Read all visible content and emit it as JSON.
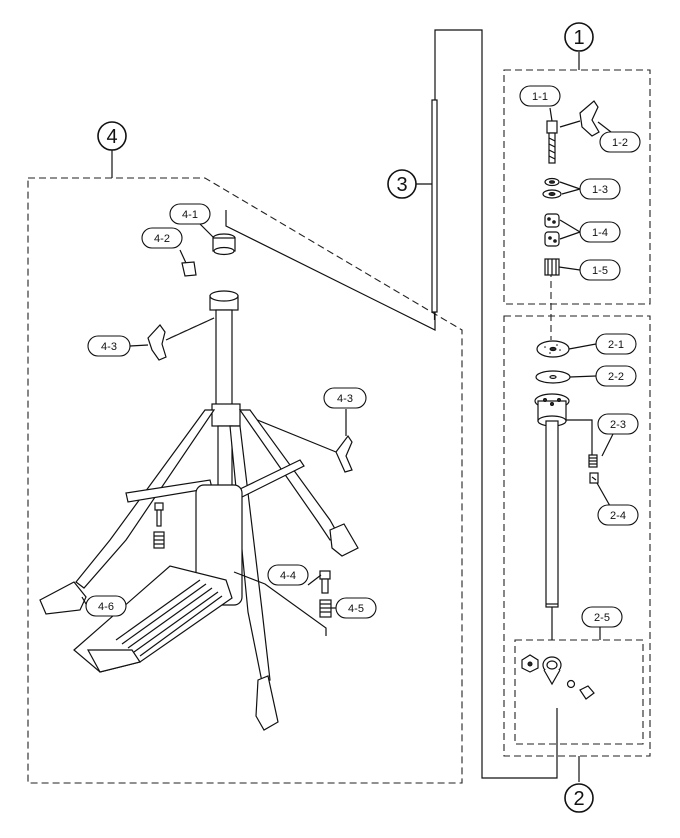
{
  "groups": {
    "g1": "1",
    "g2": "2",
    "g3": "3",
    "g4": "4"
  },
  "labels": {
    "p1_1": "1-1",
    "p1_2": "1-2",
    "p1_3": "1-3",
    "p1_4": "1-4",
    "p1_5": "1-5",
    "p2_1": "2-1",
    "p2_2": "2-2",
    "p2_3": "2-3",
    "p2_4": "2-4",
    "p2_5": "2-5",
    "p4_1": "4-1",
    "p4_2": "4-2",
    "p4_3a": "4-3",
    "p4_3b": "4-3",
    "p4_4": "4-4",
    "p4_5": "4-5",
    "p4_6": "4-6"
  }
}
